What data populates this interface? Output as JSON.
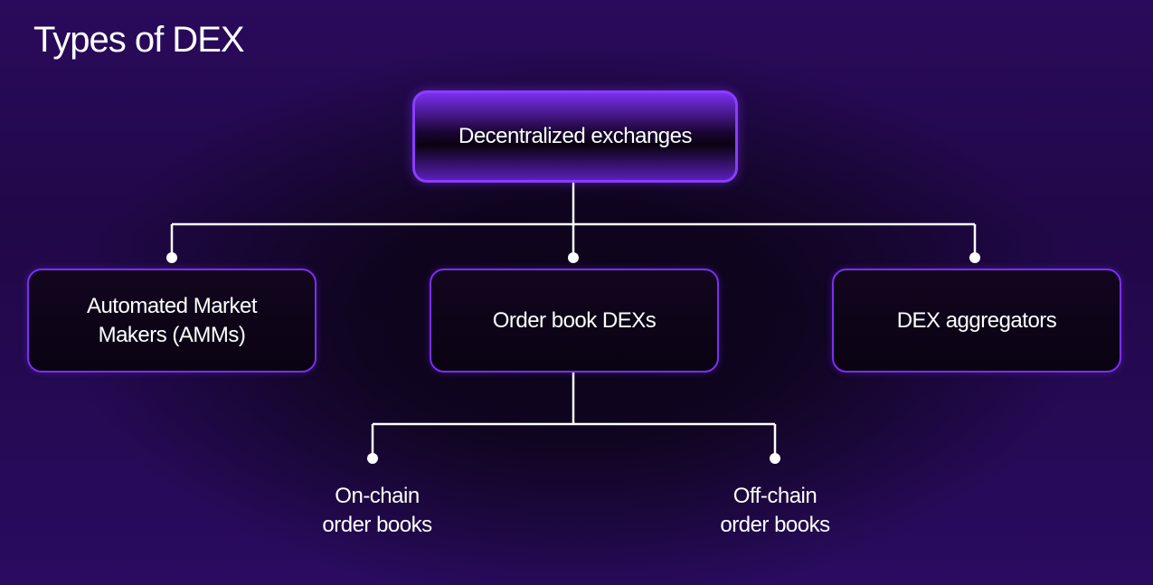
{
  "title": "Types of DEX",
  "colors": {
    "accent": "#8a3dff",
    "connector": "#ffffff",
    "background": "#24094f"
  },
  "root": {
    "label": "Decentralized exchanges"
  },
  "children": [
    {
      "label": "Automated Market Makers (AMMs)"
    },
    {
      "label": "Order book DEXs"
    },
    {
      "label": "DEX aggregators"
    }
  ],
  "order_book_types": [
    {
      "label": "On-chain order books"
    },
    {
      "label": "Off-chain order books"
    }
  ]
}
